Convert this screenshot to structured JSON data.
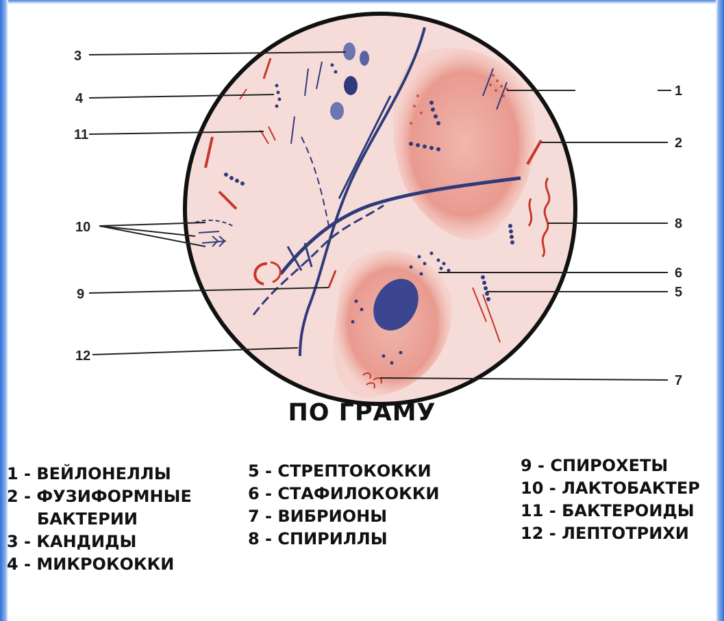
{
  "title": "ПО ГРАМУ",
  "callouts": {
    "n1": "1",
    "n2": "2",
    "n3": "3",
    "n4": "4",
    "n5": "5",
    "n6": "6",
    "n7": "7",
    "n8": "8",
    "n9": "9",
    "n10": "10",
    "n11": "11",
    "n12": "12"
  },
  "legend": {
    "col1": [
      "1 - ВЕЙЛОНЕЛЛЫ",
      "2 - ФУЗИФОРМНЫЕ",
      "БАКТЕРИИ",
      "3 - КАНДИДЫ",
      "4 - МИКРОКОККИ"
    ],
    "col2": [
      "5 - СТРЕПТОКОККИ",
      "6 - СТАФИЛОКОККИ",
      "7 - ВИБРИОНЫ",
      "8 - СПИРИЛЛЫ"
    ],
    "col3": [
      "9 - СПИРОХЕТЫ",
      "10 - ЛАКТОБАКТЕР",
      "11 - БАКТЕРОИДЫ",
      "12 - ЛЕПТОТРИХИ"
    ]
  },
  "colors": {
    "field": "#f5d6d2",
    "cell_pink": "#e9998e",
    "stain_blue": "#2f3a7a",
    "stain_red": "#c6372a",
    "frame_edge": "#3f7bdc"
  }
}
